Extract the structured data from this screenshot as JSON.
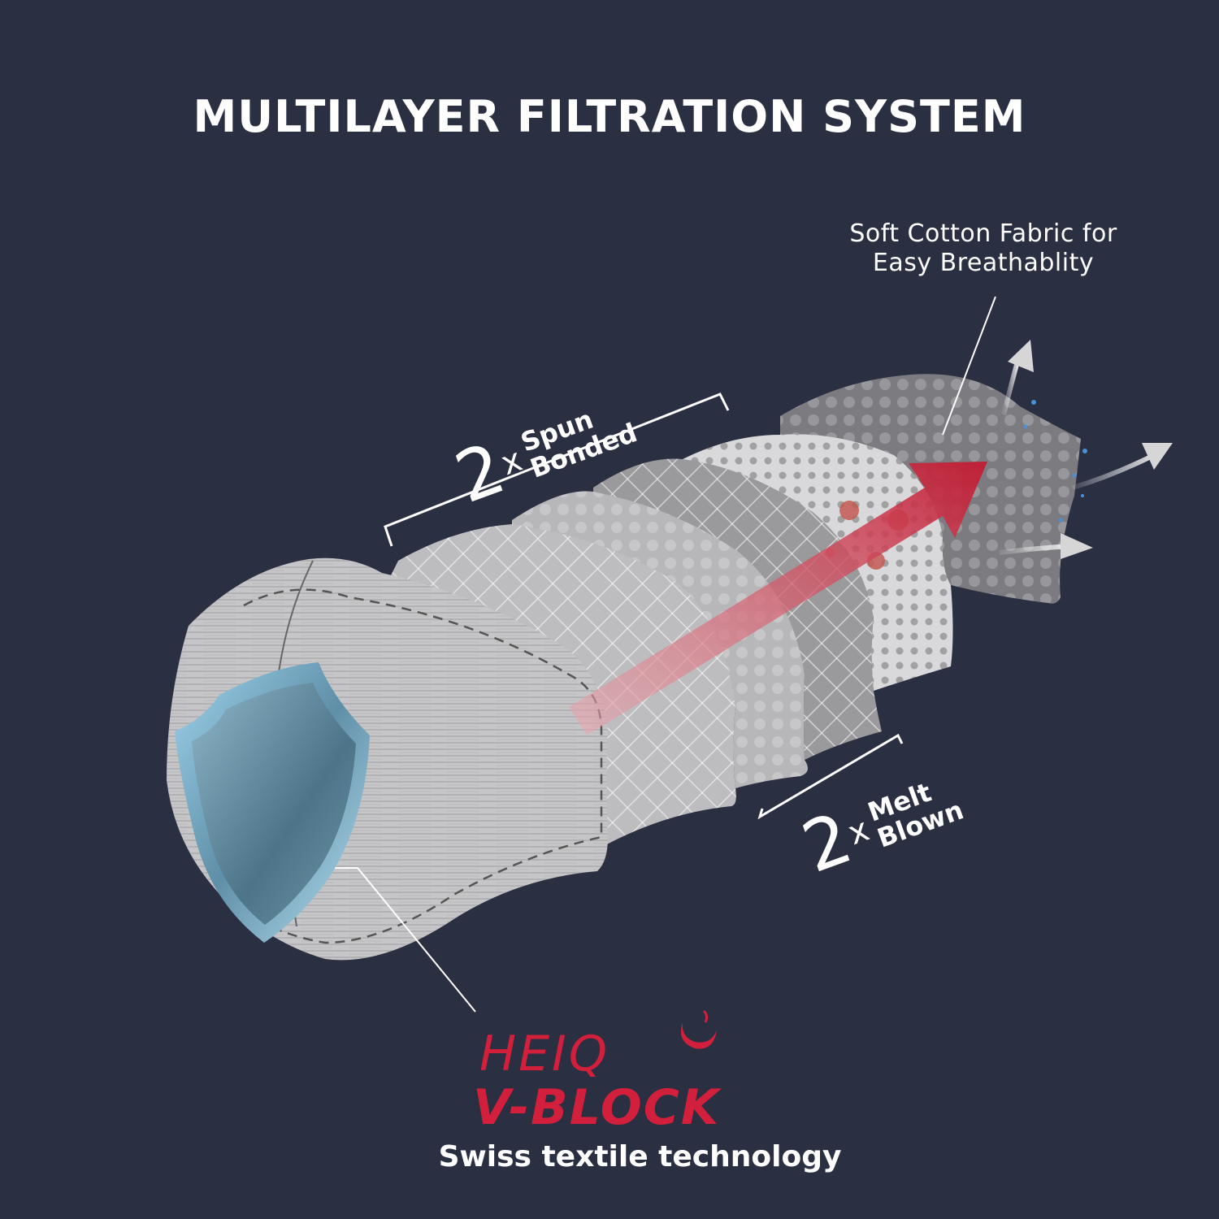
{
  "title": "MULTILAYER FILTRATION SYSTEM",
  "cotton_label": {
    "line1": "Soft Cotton Fabric for",
    "line2": "Easy Breathablity"
  },
  "spun_bonded": {
    "count": "2",
    "multiplier": "x",
    "line1": "Spun",
    "line2": "Bonded"
  },
  "melt_blown": {
    "count": "2",
    "multiplier": "x",
    "line1": "Melt",
    "line2": "Blown"
  },
  "logo": {
    "brand": "HEIQ",
    "product": "V-BLOCK"
  },
  "tagline": "Swiss textile technology",
  "colors": {
    "background": "#2b2f42",
    "brand_red": "#d21f3c",
    "shield_blue": "#8ec3dc",
    "layer_grey": "#c9c9c9"
  },
  "icons": [
    "shield-icon",
    "airflow-arrow-icon",
    "virus-icon",
    "exhaust-arrow-icon"
  ]
}
